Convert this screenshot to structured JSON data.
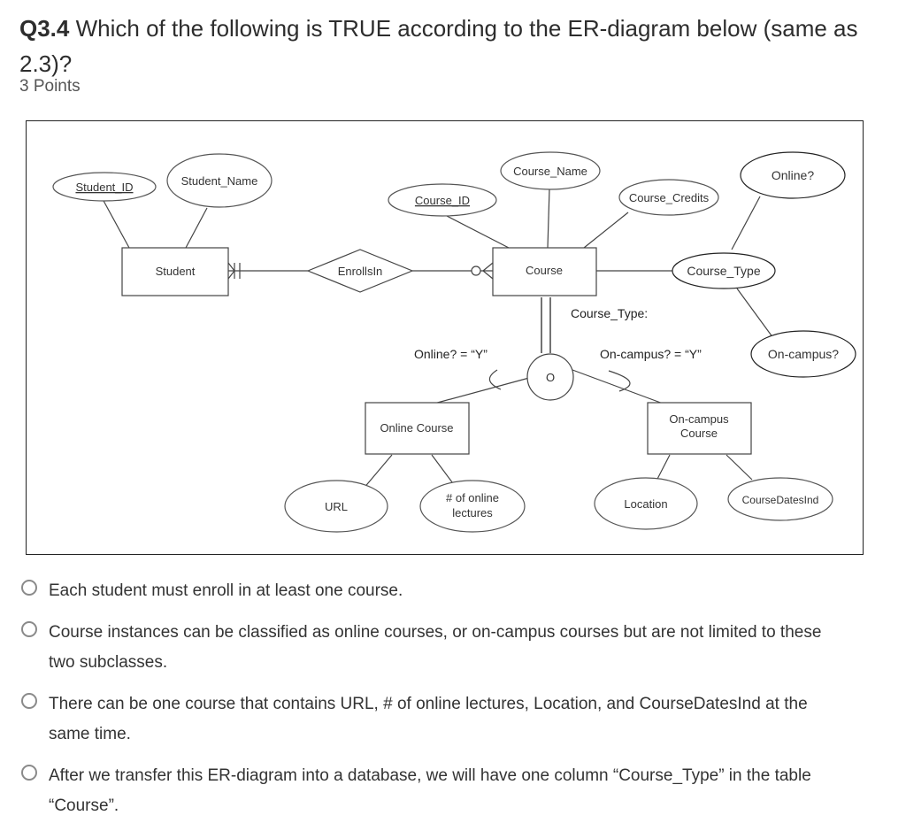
{
  "question": {
    "number": "Q3.4",
    "text": "Which of the following is TRUE according to the ER-diagram below (same as 2.3)?",
    "points": "3 Points"
  },
  "diagram": {
    "attributes": {
      "student_id": "Student_ID",
      "student_name": "Student_Name",
      "course_name": "Course_Name",
      "course_id": "Course_ID",
      "course_credits": "Course_Credits",
      "online": "Online?",
      "course_type": "Course_Type",
      "on_campus": "On-campus?",
      "url": "URL",
      "num_online_lectures_1": "# of online",
      "num_online_lectures_2": "lectures",
      "location": "Location",
      "course_dates_ind": "CourseDatesInd"
    },
    "entities": {
      "student": "Student",
      "course": "Course",
      "online_course": "Online Course",
      "on_campus_course_1": "On-campus",
      "on_campus_course_2": "Course"
    },
    "relationship": "EnrollsIn",
    "specialization_symbol": "O",
    "labels": {
      "course_type_heading": "Course_Type:",
      "online_condition": "Online? = “Y”",
      "on_campus_condition": "On-campus? = “Y”"
    }
  },
  "options": [
    "Each student must enroll in at least one course.",
    "Course instances can be classified as online courses, or on-campus courses but are not limited to these two subclasses.",
    "There can be one course that contains URL, # of online lectures, Location, and CourseDatesInd at the same time.",
    "After we transfer this ER-diagram into a database, we will have one column “Course_Type” in the table “Course”."
  ]
}
